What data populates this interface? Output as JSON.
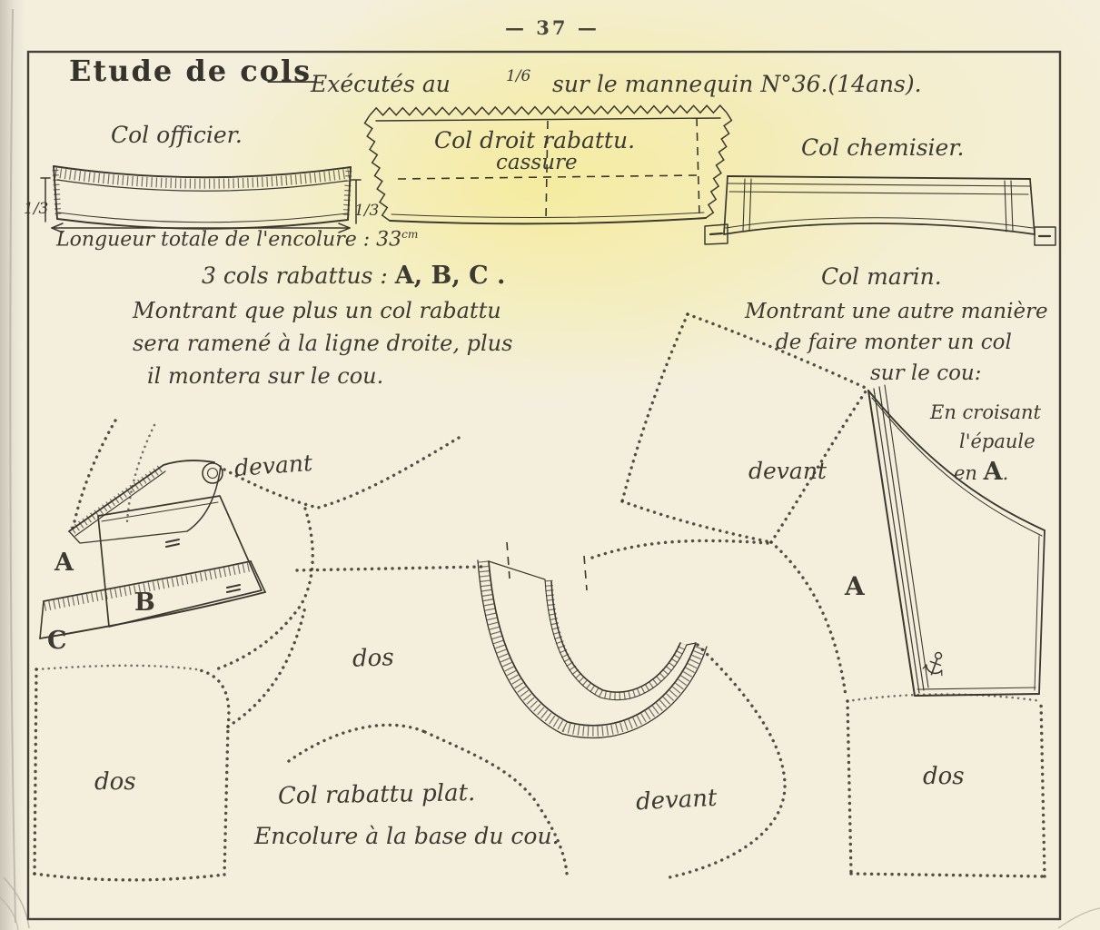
{
  "colors": {
    "ink": "#3a382f",
    "text": "#3d3a31",
    "paper": "#f3eedd",
    "stain": "#f2e69a",
    "border": "#45423a"
  },
  "page": {
    "number": "— 37 —"
  },
  "header": {
    "title": "Etude de cols",
    "connector": "—",
    "exec": "Exécutés au",
    "scale": "1/6",
    "mannequin": "sur le mannequin N°36.(14ans)."
  },
  "col_officier": {
    "title": "Col officier.",
    "third_left": "1/3",
    "third_right": "1/3",
    "caption": "Longueur totale de l'encolure : 33",
    "caption_unit": "cm"
  },
  "col_droit": {
    "title": "Col droit rabattu.",
    "cassure": "cassure"
  },
  "col_chemisier": {
    "title": "Col chemisier."
  },
  "cols_abc": {
    "heading_prefix": "3 cols rabattus :",
    "letters": "A, B, C .",
    "line1": "Montrant que plus un col rabattu",
    "line2": "sera ramené à la ligne droite, plus",
    "line3": "il montera sur le cou.",
    "devant": "devant",
    "label_a": "A",
    "label_b": "B",
    "label_c": "C",
    "dos": "dos"
  },
  "col_plat": {
    "dos": "dos",
    "devant": "devant",
    "caption1": "Col rabattu plat.",
    "caption2": "Encolure à la base du cou."
  },
  "col_marin": {
    "title": "Col marin.",
    "line1": "Montrant une autre manière",
    "line2": "de faire monter un col",
    "line3": "sur le cou:",
    "note1": "En croisant",
    "note2": "l'épaule",
    "note3": "en",
    "note_letter": "A",
    "note_period": ".",
    "devant": "devant",
    "label_a": "A",
    "dos": "dos"
  }
}
